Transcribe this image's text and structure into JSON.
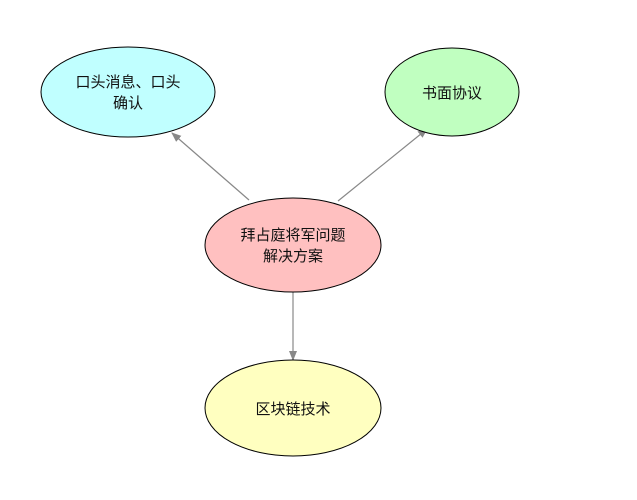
{
  "nodes": {
    "center": {
      "lines": [
        "拜占庭将军问题",
        "解决方案"
      ],
      "color": "#ffc0c0"
    },
    "left": {
      "lines": [
        "口头消息、口头",
        "确认"
      ],
      "color": "#c0ffff"
    },
    "right": {
      "lines": [
        "书面协议"
      ],
      "color": "#c0ffc0"
    },
    "bottom": {
      "lines": [
        "区块链技术"
      ],
      "color": "#ffffc0"
    }
  },
  "edges": [
    {
      "from": "center",
      "to": "left"
    },
    {
      "from": "center",
      "to": "right"
    },
    {
      "from": "center",
      "to": "bottom"
    }
  ]
}
